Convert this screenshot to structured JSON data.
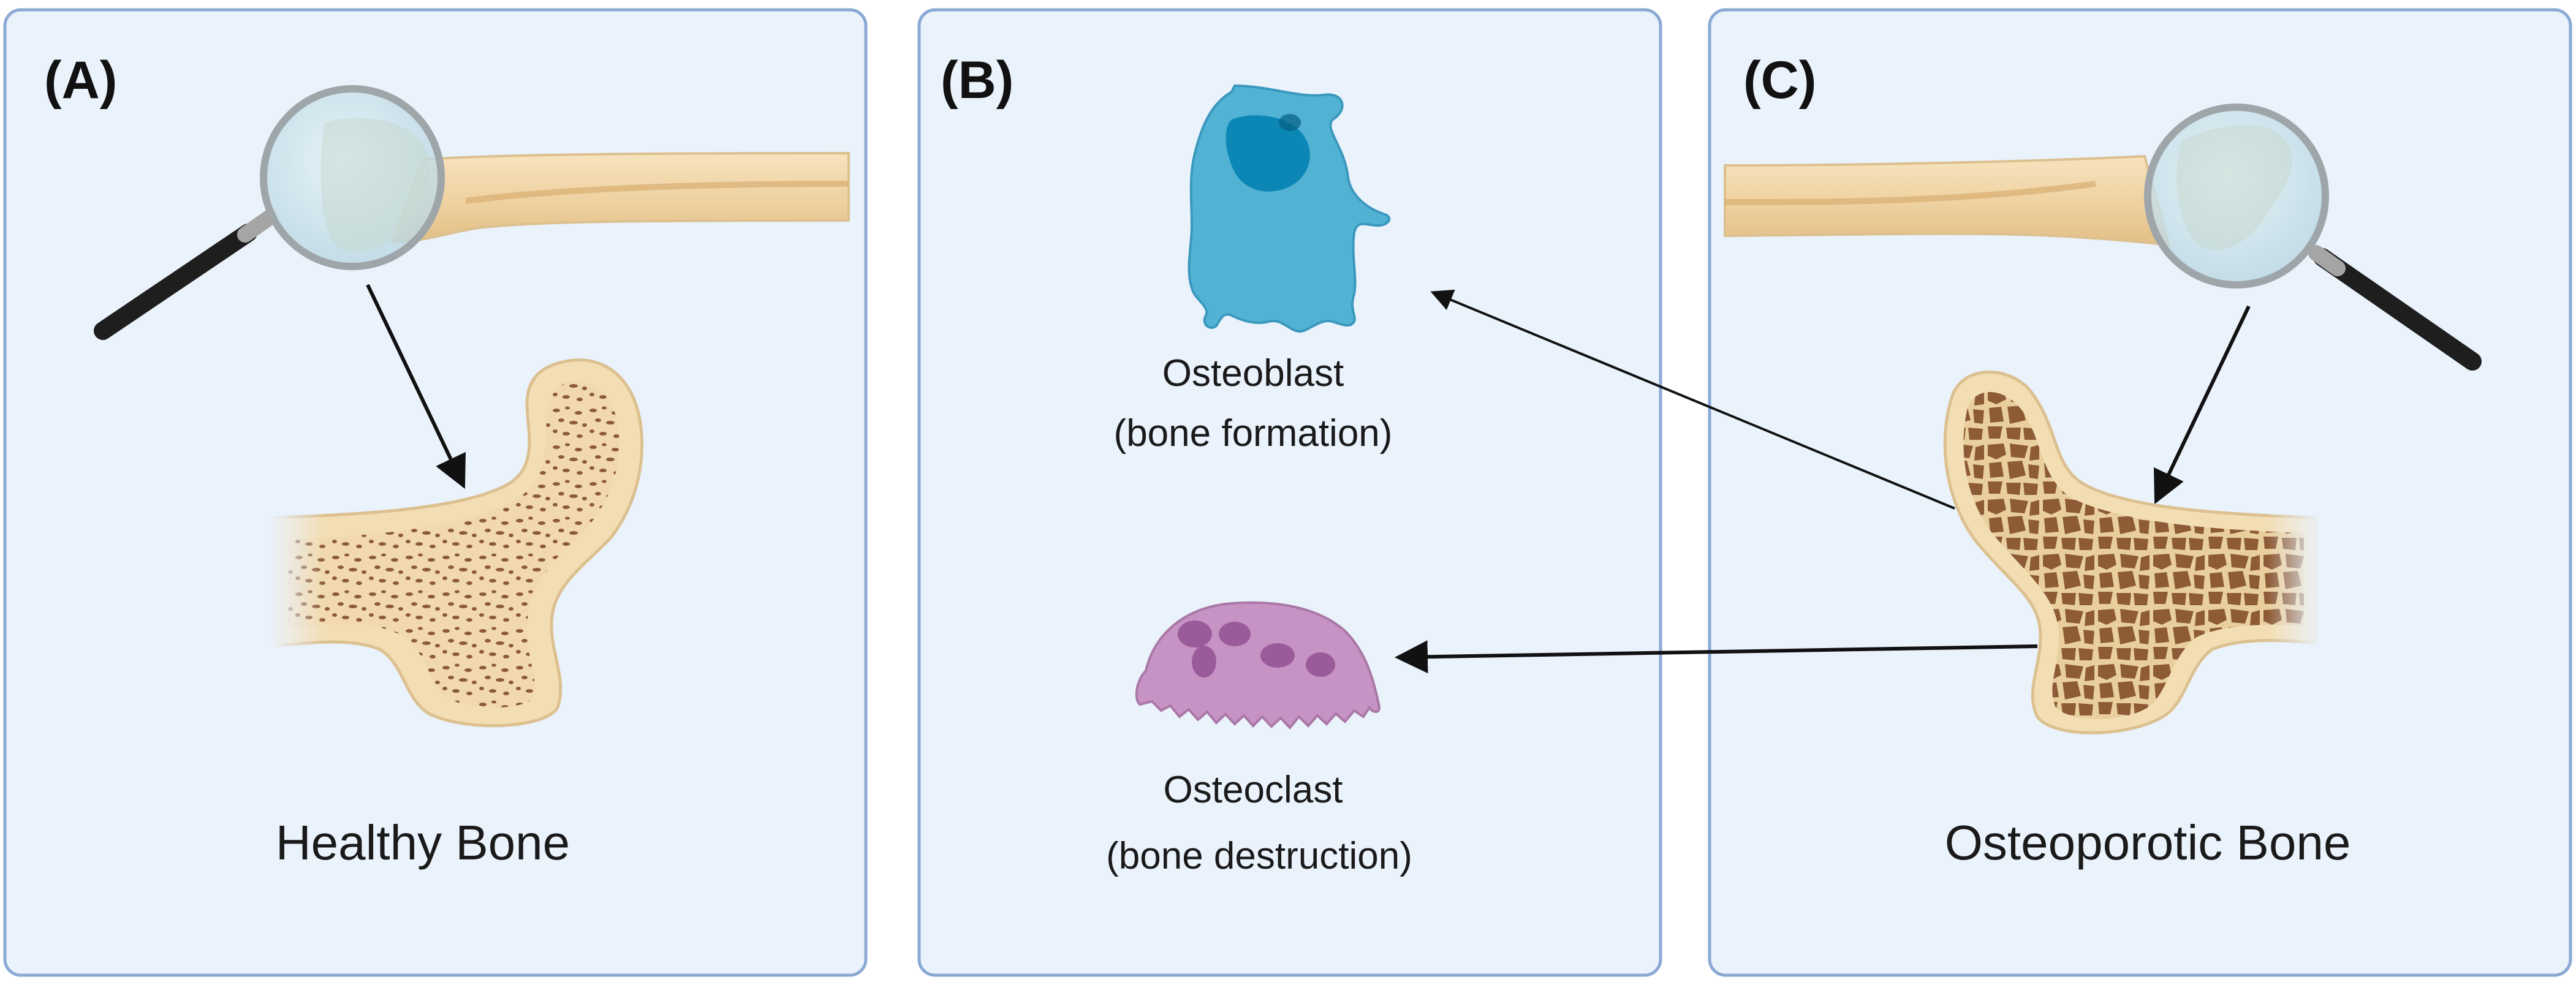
{
  "panels": [
    {
      "label": "(A)",
      "caption": "Healthy Bone"
    },
    {
      "label": "(B)"
    },
    {
      "label": "(C)",
      "caption": "Osteoporotic Bone"
    }
  ],
  "cells": {
    "osteoblast": {
      "name": "Osteoblast",
      "role": "(bone formation)"
    },
    "osteoclast": {
      "name": "Osteoclast",
      "role": "(bone destruction)"
    }
  },
  "colors": {
    "panel_bg": "#eaf2fc",
    "panel_border": "#8aa9d4",
    "bone_fill": "#f3deb4",
    "bone_edge": "#dcc08f",
    "pore": "#8d5b36",
    "osteoblast": "#52b2d4",
    "osteoblast_nucleus": "#0b86b5",
    "osteoclast": "#c792c4",
    "osteoclast_nucleus": "#9a5b9b",
    "arrow": "#111111"
  }
}
